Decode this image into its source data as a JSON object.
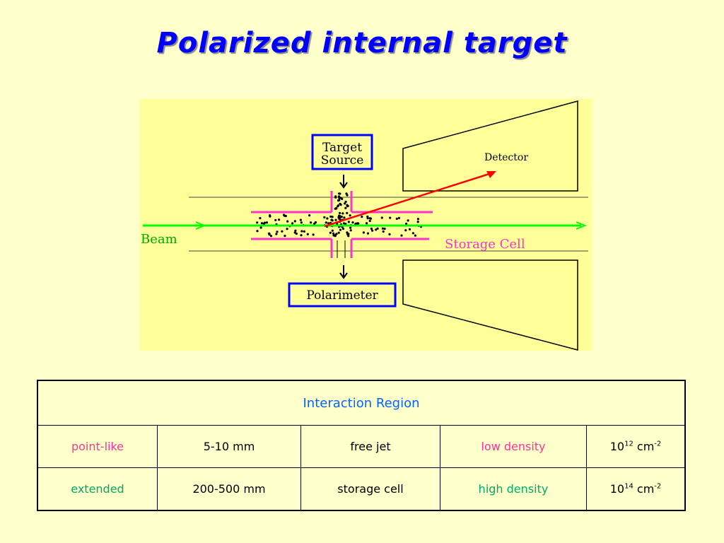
{
  "title": "Polarized internal target",
  "diagram": {
    "labels": {
      "target_source_line1": "Target",
      "target_source_line2": "Source",
      "detector": "Detector",
      "beam": "Beam",
      "storage_cell": "Storage Cell",
      "polarimeter": "Polarimeter"
    },
    "colors": {
      "beam": "#00ff00",
      "scatter_track": "#ff0000",
      "storage_cell": "#ff33cc",
      "box_border": "#0000ff",
      "panel_background": "#ffff99"
    }
  },
  "table": {
    "header": "Interaction Region",
    "rows": [
      {
        "type": "point-like",
        "size": "5-10 mm",
        "method": "free jet",
        "density": "low density",
        "value_base": "10",
        "value_exp": "12",
        "unit_base": "cm",
        "unit_exp": "-2"
      },
      {
        "type": "extended",
        "size": "200-500 mm",
        "method": "storage cell",
        "density": "high density",
        "value_base": "10",
        "value_exp": "14",
        "unit_base": "cm",
        "unit_exp": "-2"
      }
    ]
  }
}
